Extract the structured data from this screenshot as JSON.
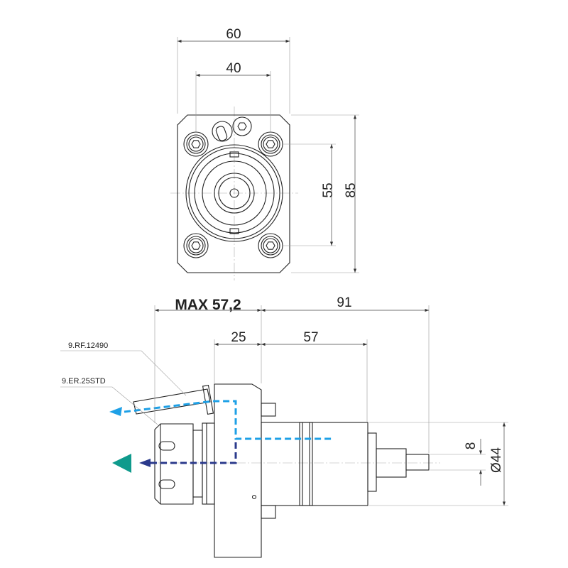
{
  "front_view": {
    "dim_width_outer": "60",
    "dim_width_bolts": "40",
    "dim_height_bolts": "55",
    "dim_height_outer": "85"
  },
  "side_view": {
    "dim_max_label": "MAX 57,2",
    "dim_total_length": "91",
    "dim_flange": "25",
    "dim_housing": "57",
    "dim_shaft": "8",
    "dim_diameter": "Ø44",
    "label_coolant_part": "9.RF.12490",
    "label_collet_nut": "9.ER.25STD"
  },
  "colors": {
    "coolant_outer": "#1ea0e6",
    "coolant_inner": "#2b3a8c",
    "direction_arrow": "#0f9a8c"
  }
}
